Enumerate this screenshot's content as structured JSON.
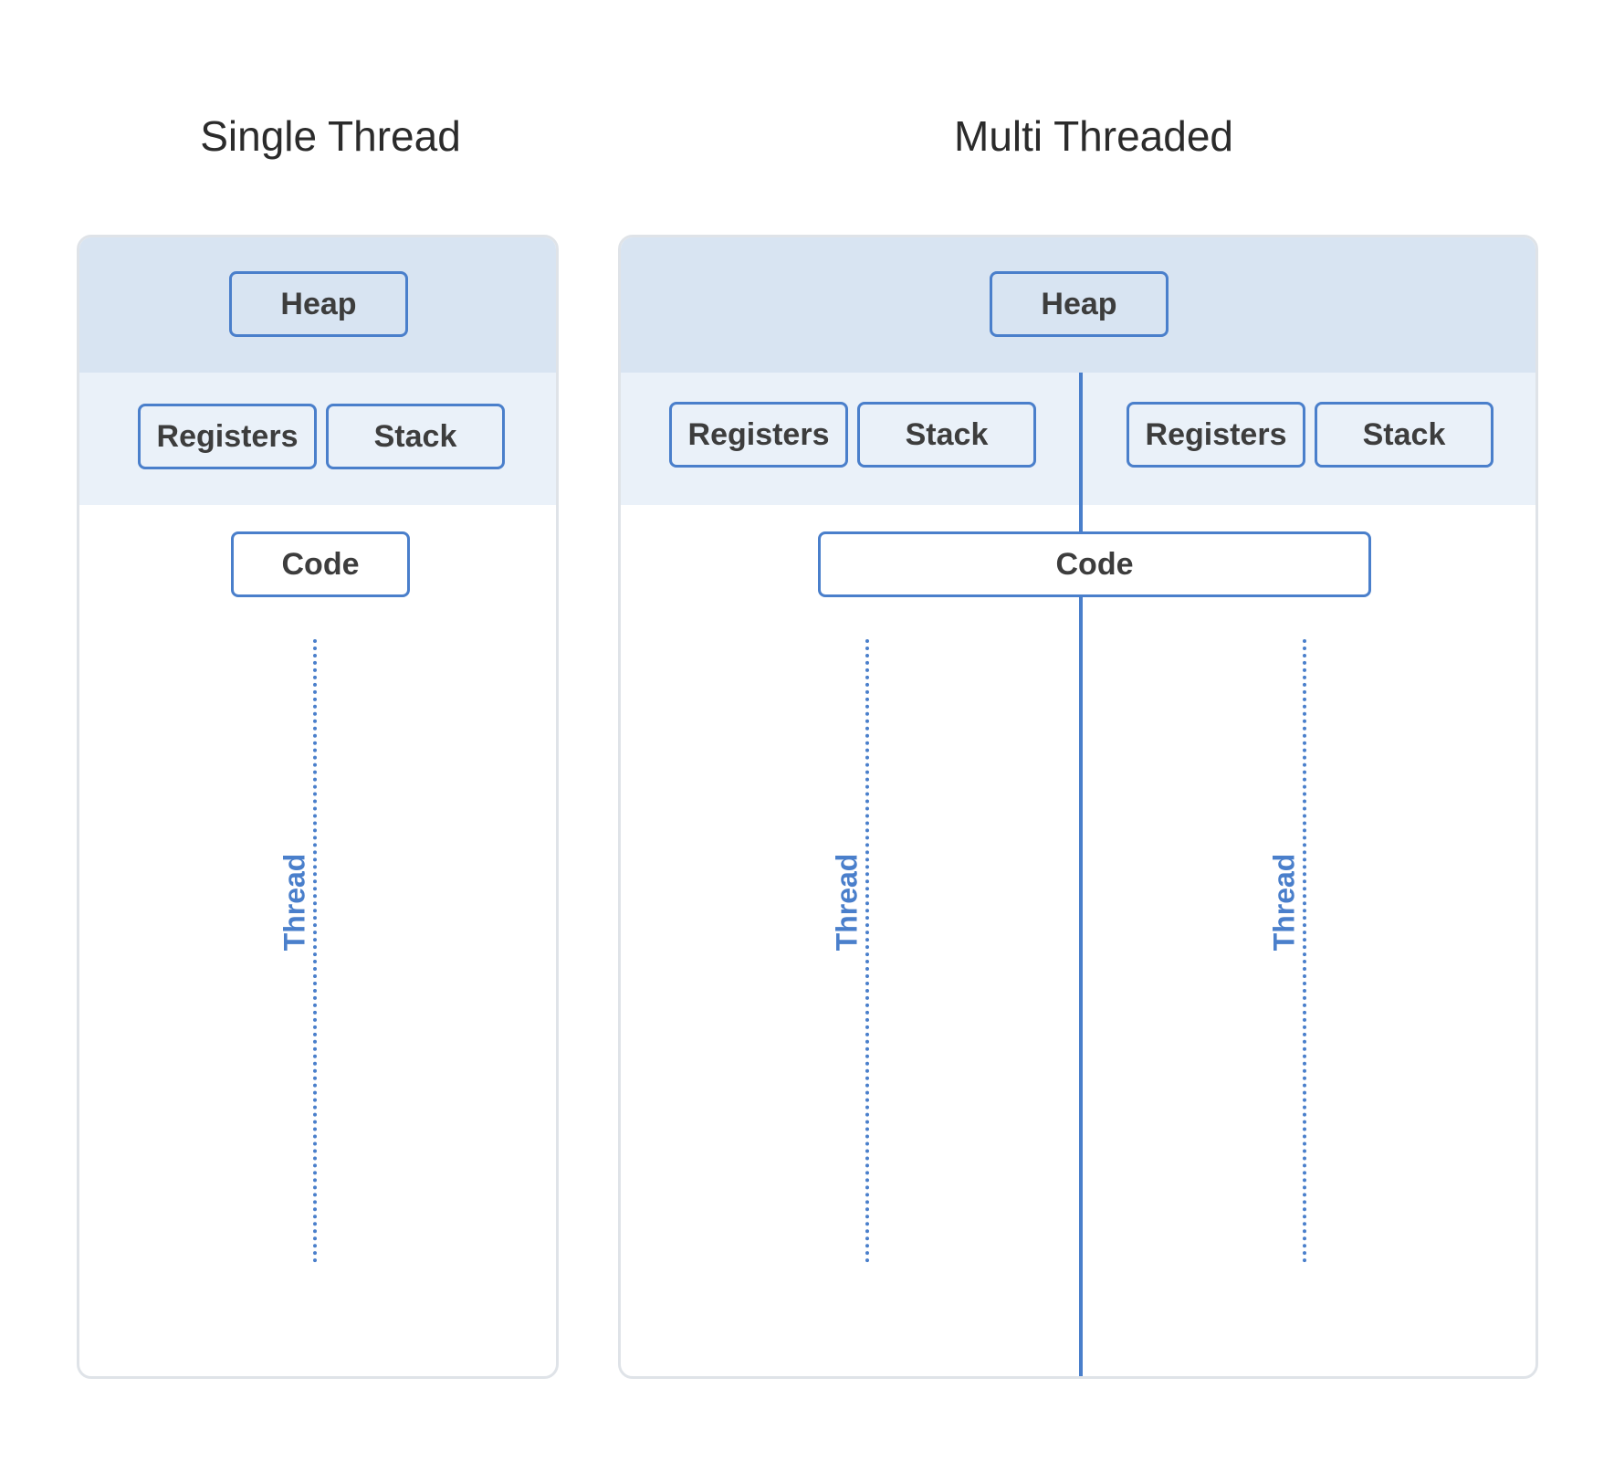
{
  "single": {
    "title": "Single Thread",
    "heap_label": "Heap",
    "registers_label": "Registers",
    "stack_label": "Stack",
    "code_label": "Code",
    "thread_label": "Thread"
  },
  "multi": {
    "title": "Multi Threaded",
    "heap_label": "Heap",
    "code_label": "Code",
    "threads": [
      {
        "registers_label": "Registers",
        "stack_label": "Stack",
        "thread_label": "Thread"
      },
      {
        "registers_label": "Registers",
        "stack_label": "Stack",
        "thread_label": "Thread"
      }
    ]
  },
  "colors": {
    "accent": "#4a7fcb",
    "heap_band": "#d8e4f2",
    "registers_band": "#eaf1f9",
    "panel_border": "#dfe3e8",
    "title_text": "#2b2b2b",
    "box_text": "#3d3d3d"
  }
}
